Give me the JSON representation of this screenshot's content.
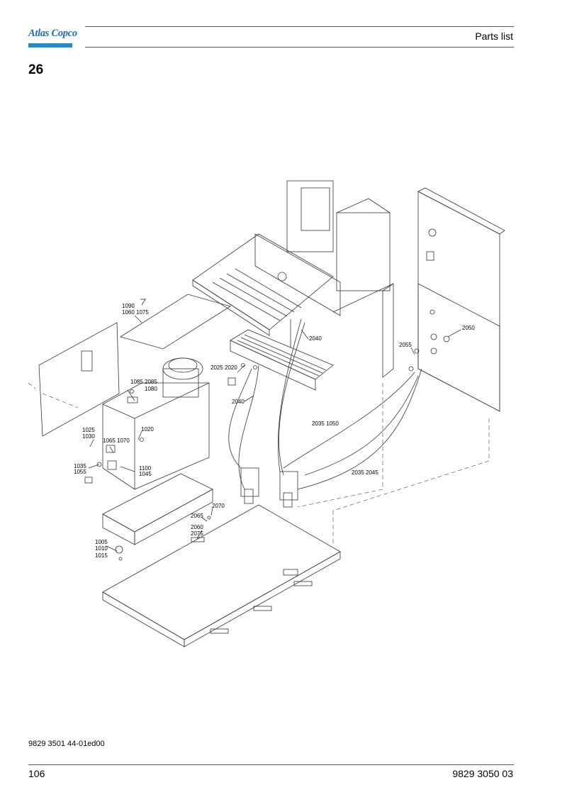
{
  "header": {
    "brand": "Atlas Copco",
    "section_title": "Parts list",
    "page_label": "26"
  },
  "colors": {
    "brand_blue": "#1a6fb3",
    "brand_bar": "#1a8fd0"
  },
  "diagram": {
    "callouts": [
      "1090",
      "1060 1075",
      "1085 2085",
      "1080",
      "1025",
      "1030",
      "1020",
      "1065 1070",
      "1035",
      "1055",
      "1100",
      "1045",
      "2025 2020",
      "2040",
      "2040",
      "2055",
      "2050",
      "2035 1050",
      "2035 2045",
      "2070",
      "2065",
      "2060",
      "2075",
      "1005",
      "1010",
      "1015"
    ]
  },
  "footer": {
    "footnote": "9829 3501 44-01ed00",
    "page_number": "106",
    "document_number": "9829 3050 03"
  }
}
